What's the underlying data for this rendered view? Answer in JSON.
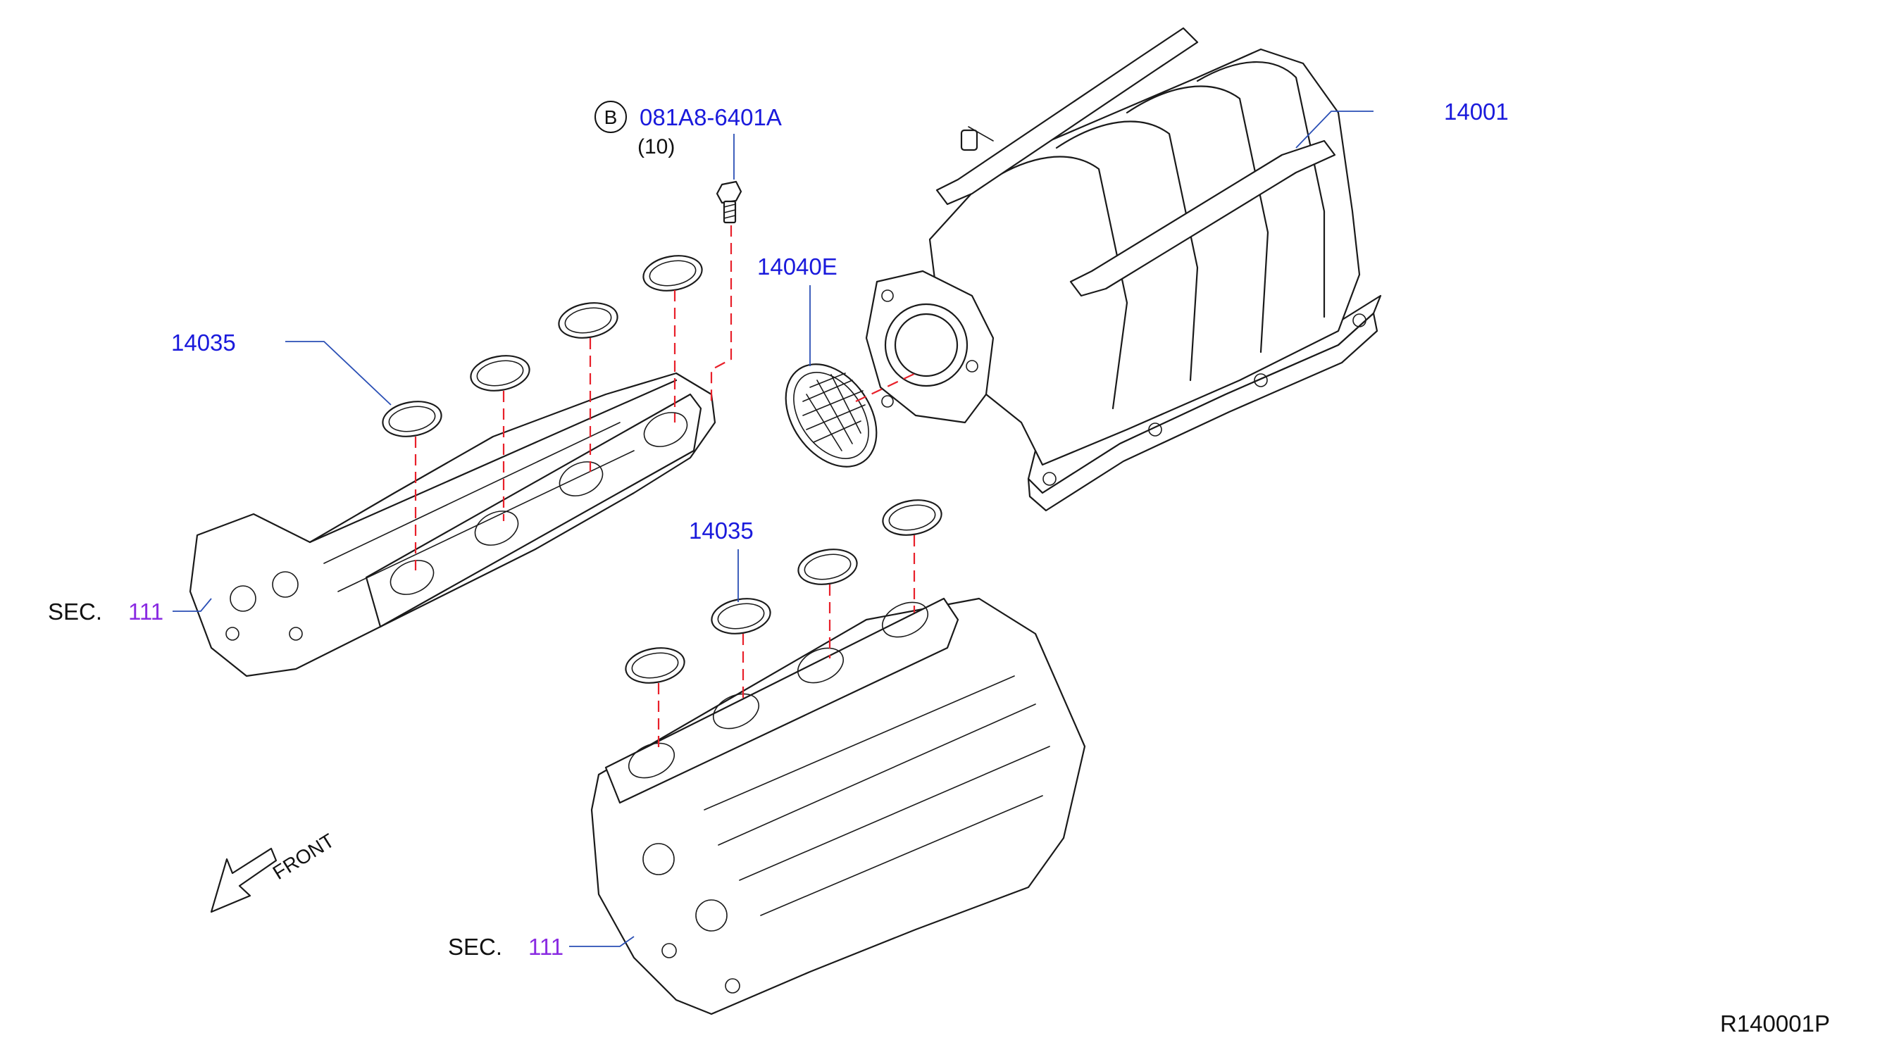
{
  "colors": {
    "part_number": "#1a1adc",
    "section_number": "#8a2be2",
    "black_text": "#111111",
    "leader_line": "#2a4fb5",
    "dashed_line": "#e8202a"
  },
  "labels": {
    "bolt_circle_letter": "B",
    "bolt_part_number": "081A8-6401A",
    "bolt_quantity": "(10)",
    "intake_manifold": "14001",
    "throttle_gasket": "14040E",
    "gasket_left": "14035",
    "gasket_lower": "14035",
    "sec_text_upper": "SEC.",
    "sec_number_upper": "111",
    "sec_text_lower": "SEC.",
    "sec_number_lower": "111",
    "front": "FRONT",
    "diagram_code": "R140001P"
  }
}
